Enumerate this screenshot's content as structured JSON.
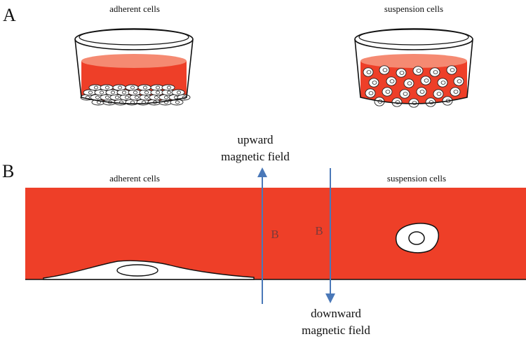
{
  "colors": {
    "medium": "#ee3f28",
    "medium_top": "#f58a72",
    "field_arrow": "#4a78b8",
    "b_label": "#7a3a3a",
    "cell_fill": "#ffffff",
    "outline": "#111111"
  },
  "panel_a": {
    "letter": "A",
    "left_dish": {
      "label": "adherent cells",
      "cell_type": "adherent"
    },
    "right_dish": {
      "label": "suspension cells",
      "cell_type": "suspension"
    }
  },
  "panel_b": {
    "letter": "B",
    "left_label": "adherent cells",
    "right_label": "suspension cells",
    "upward_field": {
      "line1": "upward",
      "line2": "magnetic field",
      "symbol": "B"
    },
    "downward_field": {
      "line1": "downward",
      "line2": "magnetic field",
      "symbol": "B"
    }
  }
}
